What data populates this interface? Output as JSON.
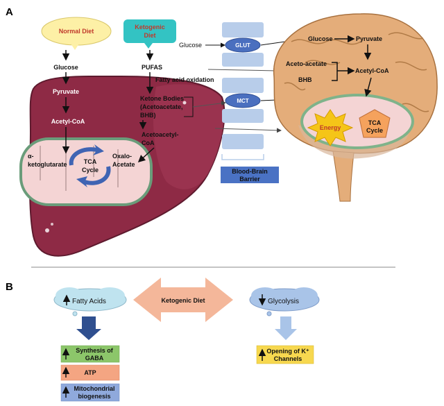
{
  "panel_a": {
    "label": "A",
    "normal_diet": {
      "title": "Normal Diet",
      "steps": [
        "Glucose",
        "Pyruvate",
        "Acetyl-CoA"
      ]
    },
    "ketogenic_diet": {
      "title_line1": "Ketogenic",
      "title_line2": "Diet",
      "pufas": "PUFAS",
      "fatty_acid_oxidation": "Fatty acid oxidation",
      "ketone_line1": "Ketone Bodies",
      "ketone_line2": "(Acetoacetate,",
      "ketone_line3": "BHB)",
      "acetoacetyl_line1": "Acetoacetyl-",
      "acetoacetyl_line2": "CoA"
    },
    "liver_cycle": {
      "alpha_line1": "α-",
      "alpha_line2": "ketoglutarate",
      "tca_line1": "TCA",
      "tca_line2": "Cycle",
      "oxalo_line1": "Oxalo-",
      "oxalo_line2": "Acetate"
    },
    "barrier": {
      "glucose": "Glucose",
      "glut": "GLUT",
      "mct": "MCT",
      "bbb_line1": "Blood-Brain",
      "bbb_line2": "Barrier"
    },
    "brain": {
      "glucose": "Glucose",
      "pyruvate": "Pyruvate",
      "acetoacetate": "Aceto-acetate",
      "bhb": "BHB",
      "acetylcoa": "Acetyl-CoA",
      "energy": "Energy",
      "tca_line1": "TCA",
      "tca_line2": "Cycle"
    }
  },
  "panel_b": {
    "label": "B",
    "center": "Ketogenic Diet",
    "fatty_acids": "Fatty Acids",
    "glycolysis": "Glycolysis",
    "effects": [
      {
        "line1": "Synthesis of",
        "line2": "GABA",
        "color": "#8cc66a"
      },
      {
        "line1": "ATP",
        "line2": "",
        "color": "#f4a582"
      },
      {
        "line1": "Mitochondrial",
        "line2": "biogenesis",
        "color": "#8fa9dc"
      }
    ],
    "opening_line1": "Opening of K⁺",
    "opening_line2": "Channels",
    "opening_color": "#f7d84f"
  },
  "colors": {
    "liver": "#8e2a45",
    "brain": "#e4ad7a",
    "mito": "#f4d4d4",
    "arrow_center": "#f4b79a",
    "glut_mct": "#4a6fbf",
    "bbb": "#4a72c4"
  }
}
